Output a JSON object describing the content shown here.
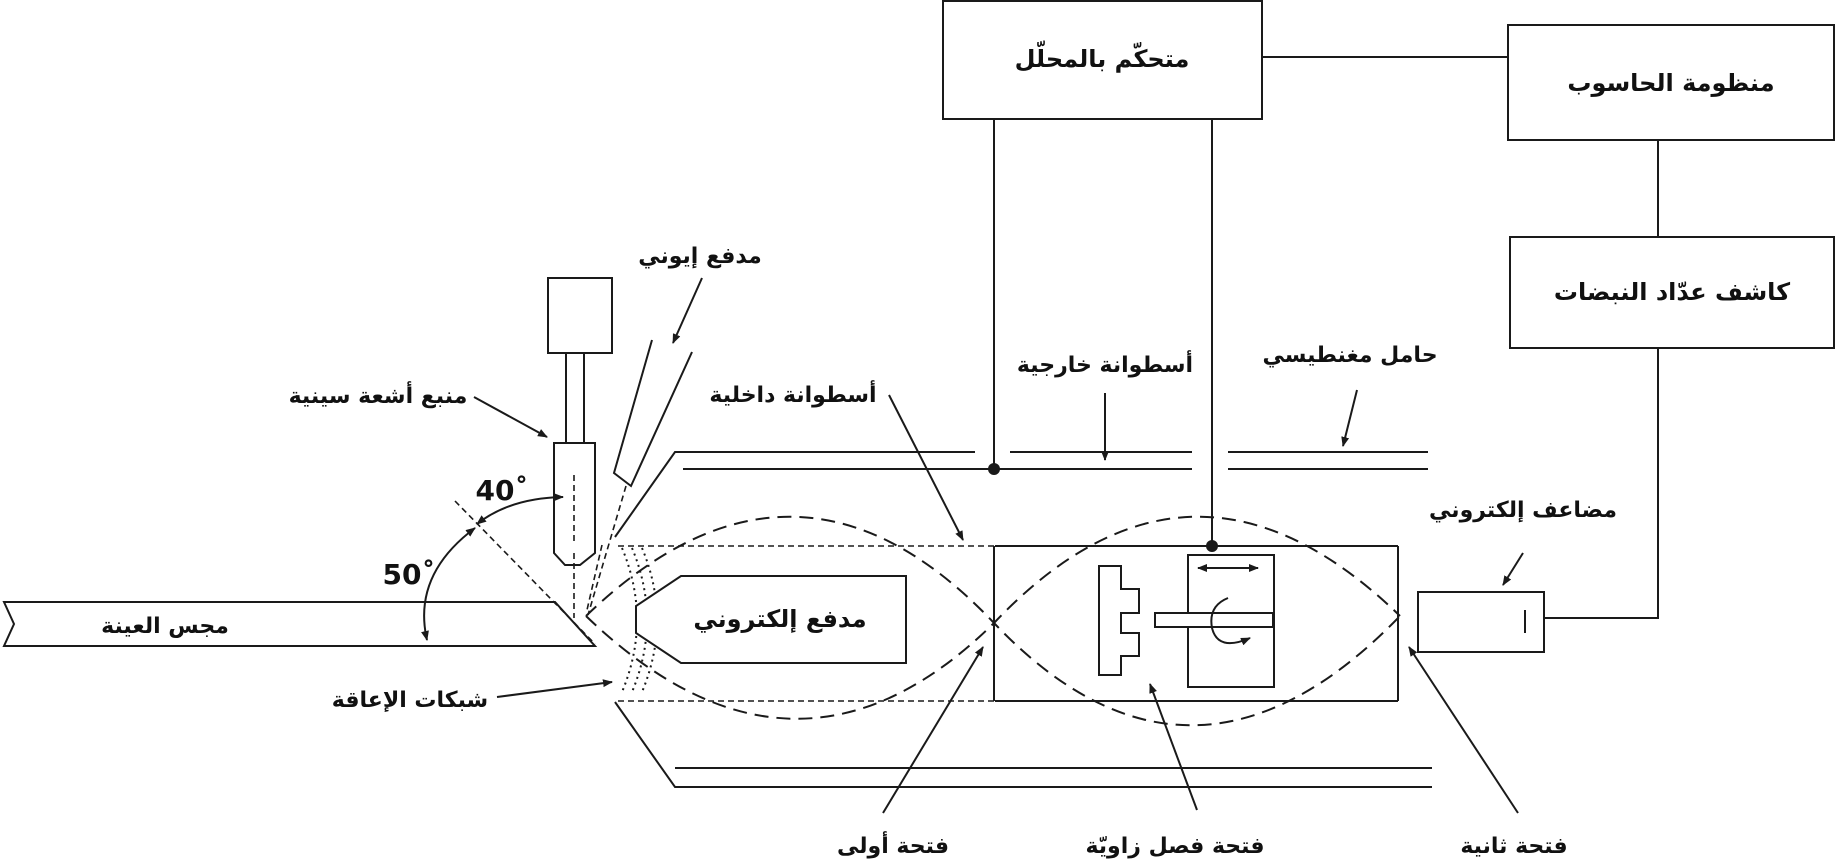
{
  "boxes": {
    "controller": "متحكّم بالمحلّل",
    "computer": "منظومة الحاسوب",
    "counter": "كاشف عدّاد النبضات",
    "electron_gun": "مدفع إلكتروني"
  },
  "labels": {
    "ion_gun": "مدفع إيوني",
    "xray_source": "منبع أشعة سينية",
    "inner_cylinder": "أسطوانة داخلية",
    "outer_cylinder": "أسطوانة خارجية",
    "magnetic_holder": "حامل مغنطيسي",
    "electron_multiplier": "مضاعف إلكتروني",
    "sample_holder": "مجس العينة",
    "retarding_grids": "شبكات الإعاقة",
    "first_aperture": "فتحة أولى",
    "angle_aperture": "فتحة فصل زاويّة",
    "second_aperture": "فتحة ثانية"
  },
  "angles": {
    "angle_40": "40˚",
    "angle_50": "50˚"
  }
}
